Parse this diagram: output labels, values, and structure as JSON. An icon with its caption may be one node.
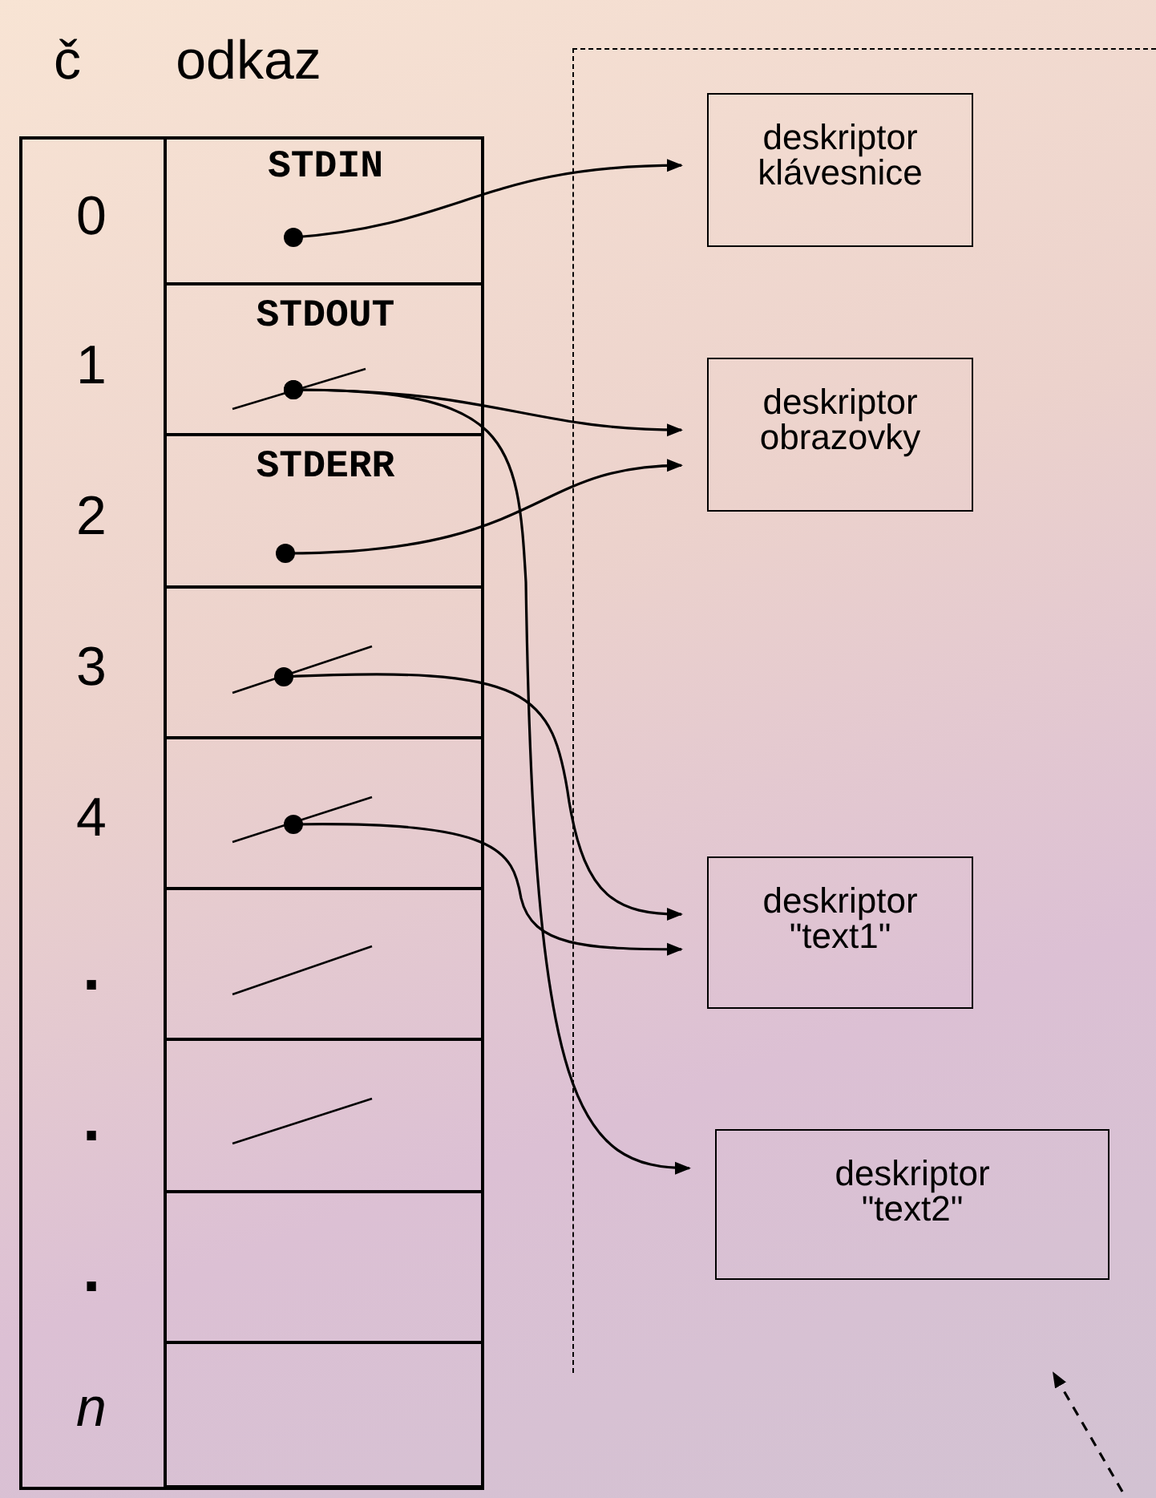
{
  "diagram": {
    "nodes": [
      {
        "text": [
          "STDIN"
        ]
      },
      {
        "text": [
          "STDOUT"
        ]
      },
      {
        "text": [
          "STDERR"
        ]
      },
      {
        "text": [],
        "shape": "box"
      },
      {
        "text": [],
        "shape": "box"
      },
      {
        "text": [],
        "shape": "box"
      },
      {
        "text": [],
        "shape": "box"
      },
      {
        "text": [],
        "shape": "box"
      },
      {
        "text": [],
        "shape": "box"
      },
      {
        "text": [],
        "shape": "box"
      },
      {
        "text": [
          "deskriptor klávesnice"
        ],
        "in": 9
      },
      {
        "text": [
          "deskriptor obrazovky"
        ],
        "in": 9
      },
      {
        "text": [
          "deskriptor \"text1\""
        ],
        "in": 9
      },
      {
        "text": [
          "deskriptor \"text2\""
        ],
        "in": 9
      }
    ],
    "edges": [
      {
        "from": 0,
        "to": 10,
        "arrow": "to"
      },
      {
        "from": 1,
        "to": 11,
        "arrow": "to"
      },
      {
        "from": 2,
        "to": 11,
        "arrow": "to"
      },
      {
        "from": 1,
        "to": 13,
        "arrow": "to"
      },
      {
        "from": 3,
        "to": 12,
        "arrow": "to"
      },
      {
        "from": 4,
        "to": 12,
        "arrow": "to"
      },
      {
        "from": null,
        "to": 9,
        "arrow": "to",
        "style": "dashed"
      }
    ],
    "labels": [
      "č",
      "odkaz",
      "0",
      "1",
      "2",
      "3",
      "4",
      ".",
      ".",
      ".",
      "n"
    ]
  }
}
